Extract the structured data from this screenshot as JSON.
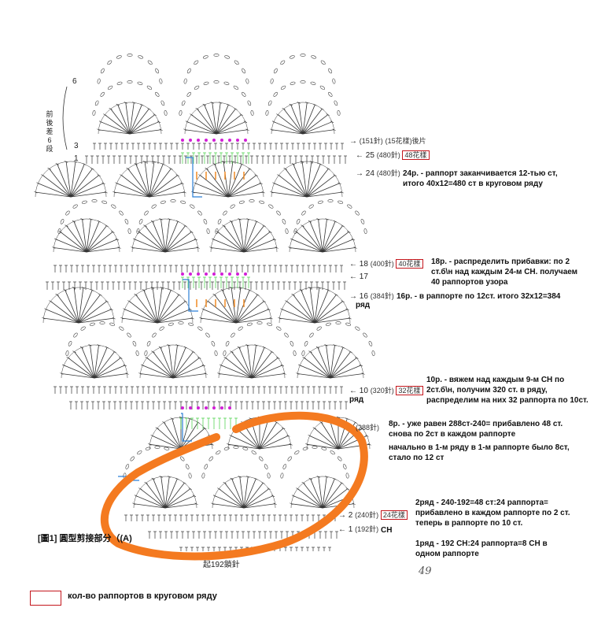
{
  "figure": {
    "title": "[圖1] 圓型剪接部分（(A)",
    "side_label": "前後差6段",
    "page_number": "49",
    "bottom_label": "起192鎖針"
  },
  "left_markers": [
    "6",
    "3",
    "1"
  ],
  "rows": [
    {
      "id": "r151",
      "left": "→",
      "count": "(151針)",
      "extra": "(15花樣)後片",
      "boxed": false
    },
    {
      "id": "r25",
      "left": "← 25",
      "count": "(480針)",
      "extra": "48花樣",
      "boxed": true
    },
    {
      "id": "r24",
      "left": "→ 24",
      "count": "(480針)",
      "extra": "",
      "boxed": false
    },
    {
      "id": "r18",
      "left": "← 18",
      "count": "(400針)",
      "extra": "40花樣",
      "boxed": true
    },
    {
      "id": "r17",
      "left": "← 17",
      "count": "",
      "extra": "",
      "boxed": false
    },
    {
      "id": "r16",
      "left": "→ 16",
      "count": "(384針)",
      "extra": "",
      "boxed": false
    },
    {
      "id": "r10",
      "left": "← 10",
      "count": "(320針)",
      "extra": "32花樣",
      "boxed": true
    },
    {
      "id": "r8",
      "left": "",
      "count": "(288針)",
      "extra": "",
      "boxed": false
    },
    {
      "id": "r2",
      "left": "→ 2",
      "count": "(240針)",
      "extra": "24花樣",
      "boxed": true
    },
    {
      "id": "r1",
      "left": "← 1",
      "count": "(192針)",
      "extra": "",
      "boxed": false
    }
  ],
  "notes": {
    "n24": "24р. - раппорт заканчивается 12-тью ст,\nитого 40х12=480 ст в круговом ряду",
    "n18": "18р. - распределить прибавки: по 2\nст.б\\н над каждым 24-м СН. получаем\n40 раппортов узора",
    "n16_row": "ряд",
    "n16": "16р. - в раппорте по 12ст. итого 32х12=384",
    "n10_row": "ряд",
    "n10": "10р. - вяжем над каждым 9-м СН по\n2ст.б\\н, получим 320 ст. в ряду,\nраспределим на них 32 раппорта по 10ст.",
    "n8": "8р. - уже равен 288ст-240= прибавлено 48 ст.\nснова по 2ст в каждом раппорте",
    "n8b": "начально в 1-м ряду в 1-м раппорте было 8ст,\nстало по 12 ст",
    "n2": "2ряд - 240-192=48 ст:24 раппорта=\nприбавлено в каждом раппорте по 2 ст.\nтеперь в раппорте по 10 ст.",
    "n1_ch": "СН",
    "n1": "1ряд - 192 СН:24 раппорта=8 СН в\nодном раппорте"
  },
  "legend": {
    "text": "кол-во раппортов в круговом ряду",
    "box_color": "#c4161c"
  },
  "colors": {
    "ink": "#333333",
    "highlight_orange": "#f47a20",
    "magenta": "#d21fd6",
    "green": "#3fcf3f",
    "blue": "#2b7fd6",
    "orange_stitch": "#f08a24",
    "box_red": "#c4161c"
  }
}
